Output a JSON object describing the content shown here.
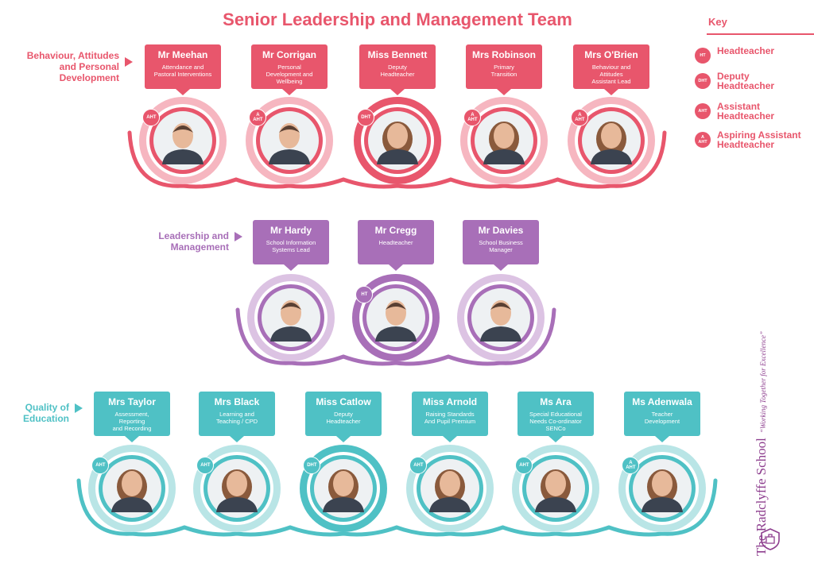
{
  "title": "Senior Leadership and Management Team",
  "colors": {
    "pink": "#e8566c",
    "pink_light": "#f6b6c0",
    "purple": "#a86fb8",
    "purple_light": "#dcc3e3",
    "teal": "#4fc1c5",
    "teal_light": "#b9e5e6",
    "school": "#8e3f8f"
  },
  "key": {
    "title": "Key",
    "items": [
      {
        "badge": "HT",
        "label": "Headteacher",
        "aspiring": false
      },
      {
        "badge": "DHT",
        "label": "Deputy\nHeadteacher",
        "aspiring": false
      },
      {
        "badge": "AHT",
        "label": "Assistant\nHeadteacher",
        "aspiring": false
      },
      {
        "badge": "AHT",
        "label": "Aspiring Assistant\nHeadteacher",
        "aspiring": true
      }
    ]
  },
  "sections": [
    {
      "label": "Behaviour, Attitudes\nand Personal\nDevelopment",
      "theme": "pink",
      "members": [
        {
          "name": "Mr Meehan",
          "role": "Attendance and\nPastoral Interventions",
          "badge": "AHT",
          "aspiring": false,
          "photo": "man-portrait-icon",
          "featured": false
        },
        {
          "name": "Mr Corrigan",
          "role": "Personal\nDevelopment and\nWellbeing",
          "badge": "AHT",
          "aspiring": true,
          "photo": "man-portrait-icon",
          "featured": false
        },
        {
          "name": "Miss Bennett",
          "role": "Deputy\nHeadteacher",
          "badge": "DHT",
          "aspiring": false,
          "photo": "woman-portrait-icon",
          "featured": true
        },
        {
          "name": "Mrs Robinson",
          "role": "Primary\nTransition",
          "badge": "AHT",
          "aspiring": true,
          "photo": "woman-portrait-icon",
          "featured": false
        },
        {
          "name": "Mrs O'Brien",
          "role": "Behaviour and\nAttitudes\nAssistant Lead",
          "badge": "AHT",
          "aspiring": true,
          "photo": "woman-portrait-icon",
          "featured": false
        }
      ]
    },
    {
      "label": "Leadership and\nManagement",
      "theme": "purple",
      "members": [
        {
          "name": "Mr Hardy",
          "role": "School Information\nSystems Lead",
          "badge": "",
          "aspiring": false,
          "photo": "man-portrait-icon",
          "featured": false
        },
        {
          "name": "Mr Cregg",
          "role": "Headteacher",
          "badge": "HT",
          "aspiring": false,
          "photo": "man-portrait-icon",
          "featured": true
        },
        {
          "name": "Mr Davies",
          "role": "School Business\nManager",
          "badge": "",
          "aspiring": false,
          "photo": "man-portrait-icon",
          "featured": false
        }
      ]
    },
    {
      "label": "Quality of\nEducation",
      "theme": "teal",
      "members": [
        {
          "name": "Mrs Taylor",
          "role": "Assessment,\nReporting\nand Recording",
          "badge": "AHT",
          "aspiring": false,
          "photo": "woman-portrait-icon",
          "featured": false
        },
        {
          "name": "Mrs Black",
          "role": "Learning and\nTeaching / CPD",
          "badge": "AHT",
          "aspiring": false,
          "photo": "woman-portrait-icon",
          "featured": false
        },
        {
          "name": "Miss Catlow",
          "role": "Deputy\nHeadteacher",
          "badge": "DHT",
          "aspiring": false,
          "photo": "woman-portrait-icon",
          "featured": true
        },
        {
          "name": "Miss Arnold",
          "role": "Raising Standards\nAnd Pupil Premium",
          "badge": "AHT",
          "aspiring": false,
          "photo": "woman-portrait-icon",
          "featured": false
        },
        {
          "name": "Ms Ara",
          "role": "Special Educational\nNeeds Co-ordinator\nSENCo",
          "badge": "AHT",
          "aspiring": false,
          "photo": "woman-portrait-icon",
          "featured": false
        },
        {
          "name": "Ms Adenwala",
          "role": "Teacher\nDevelopment",
          "badge": "AHT",
          "aspiring": true,
          "photo": "woman-portrait-icon",
          "featured": false
        }
      ]
    }
  ],
  "school": {
    "name": "The Radclyffe School",
    "motto": "“Working Together for Excellence”",
    "crest": "school-crest-icon"
  }
}
